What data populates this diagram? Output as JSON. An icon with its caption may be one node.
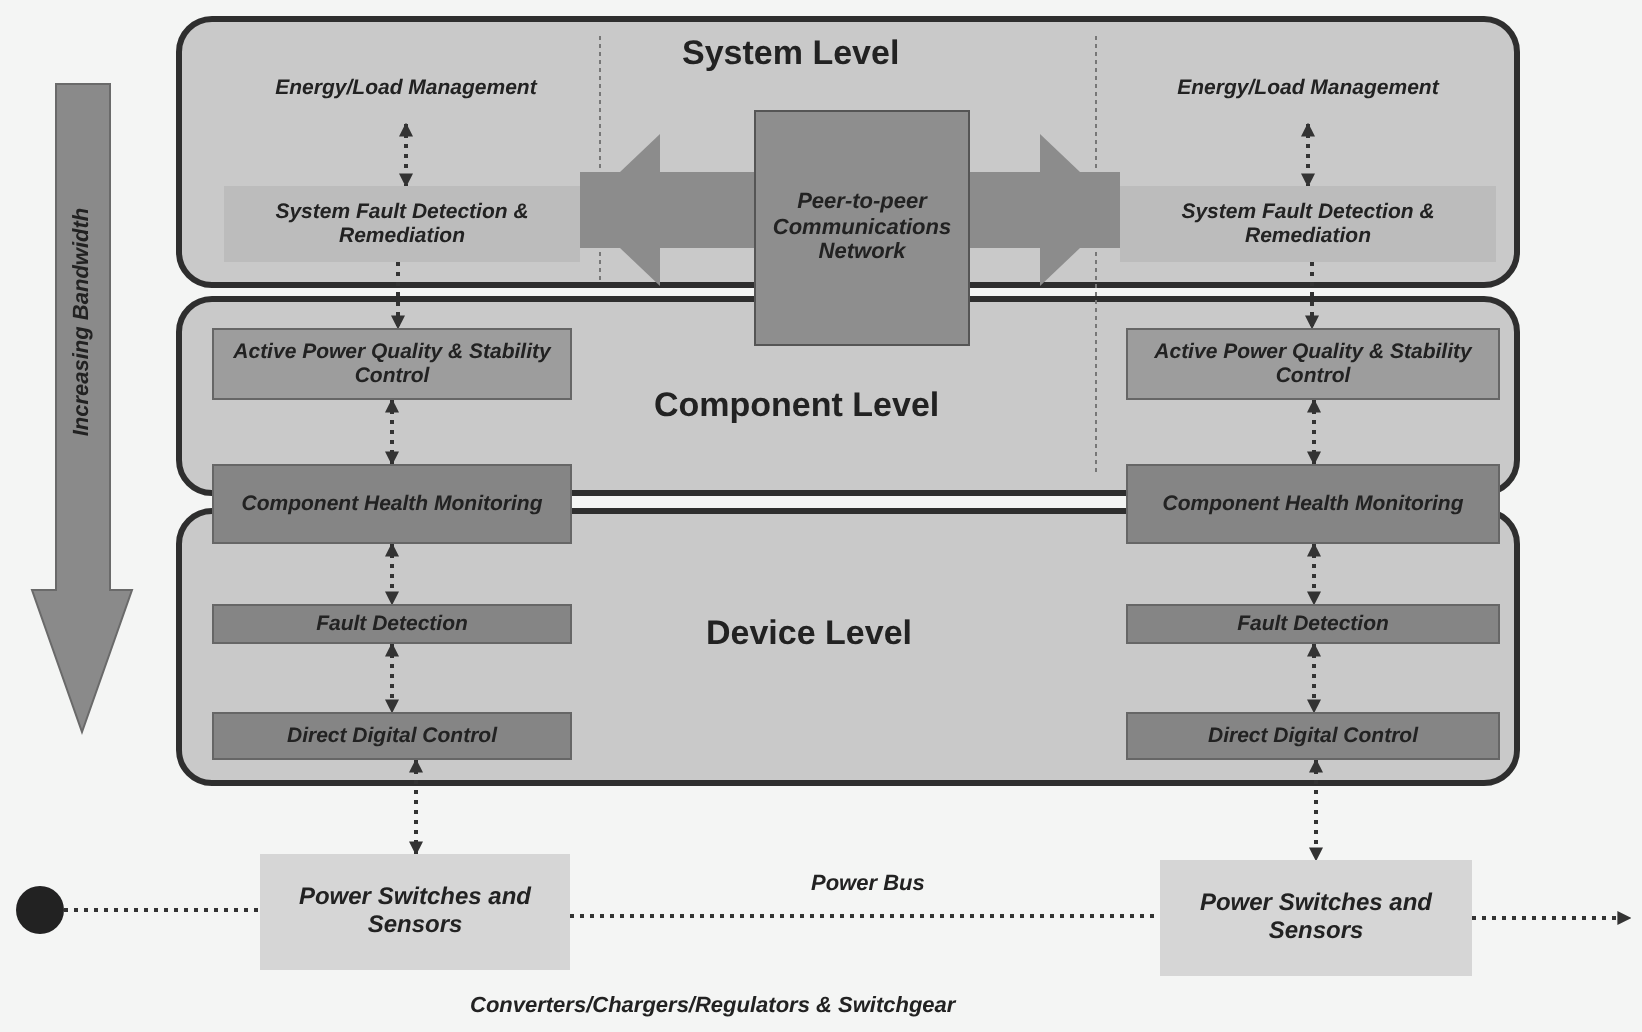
{
  "diagram": {
    "nodes": [
      {
        "text": [
          "System Level"
        ]
      },
      {
        "text": [
          "Energy/Load Management"
        ],
        "in": 0
      },
      {
        "text": [
          "System Fault Detection & Remediation"
        ],
        "in": 0
      },
      {
        "text": [
          "Peer-to-peer Communications Network"
        ]
      },
      {
        "text": [
          "Energy/Load Management"
        ],
        "in": 0
      },
      {
        "text": [
          "System Fault Detection & Remediation"
        ],
        "in": 0
      },
      {
        "text": [
          "Component Level"
        ]
      },
      {
        "text": [
          "Active Power Quality & Stability Control"
        ],
        "in": 6
      },
      {
        "text": [
          "Active Power Quality & Stability Control"
        ],
        "in": 6
      },
      {
        "text": [
          "Component Health Monitoring"
        ]
      },
      {
        "text": [
          "Component Health Monitoring"
        ]
      },
      {
        "text": [
          "Device Level"
        ]
      },
      {
        "text": [
          "Fault Detection"
        ],
        "in": 11
      },
      {
        "text": [
          "Fault Detection"
        ],
        "in": 11
      },
      {
        "text": [
          "Direct Digital Control"
        ],
        "in": 11
      },
      {
        "text": [
          "Direct Digital Control"
        ],
        "in": 11
      },
      {
        "text": [
          "Power Switches and Sensors"
        ]
      },
      {
        "text": [
          "Power Switches and Sensors"
        ]
      },
      {
        "text": [],
        "shape": "circle"
      }
    ],
    "edges": [
      {
        "from": 1,
        "to": 2,
        "arrow": "both",
        "style": "dashed"
      },
      {
        "from": 2,
        "to": 7,
        "arrow": "to",
        "style": "dashed"
      },
      {
        "from": 7,
        "to": 9,
        "arrow": "both",
        "style": "dashed"
      },
      {
        "from": 9,
        "to": 12,
        "arrow": "both",
        "style": "dashed"
      },
      {
        "from": 12,
        "to": 14,
        "arrow": "both",
        "style": "dashed"
      },
      {
        "from": 14,
        "to": 16,
        "arrow": "both",
        "style": "dashed"
      },
      {
        "from": 4,
        "to": 5,
        "arrow": "both",
        "style": "dashed"
      },
      {
        "from": 5,
        "to": 8,
        "arrow": "to",
        "style": "dashed"
      },
      {
        "from": 8,
        "to": 10,
        "arrow": "both",
        "style": "dashed"
      },
      {
        "from": 10,
        "to": 13,
        "arrow": "both",
        "style": "dashed"
      },
      {
        "from": 13,
        "to": 15,
        "arrow": "both",
        "style": "dashed"
      },
      {
        "from": 15,
        "to": 17,
        "arrow": "both",
        "style": "dashed"
      },
      {
        "from": 3,
        "to": 2,
        "arrow": "to",
        "style": "thick",
        "color": "#8c8c8c"
      },
      {
        "from": 3,
        "to": 5,
        "arrow": "to",
        "style": "thick",
        "color": "#8c8c8c"
      },
      {
        "from": 18,
        "to": 16,
        "arrow": "none",
        "style": "dashed"
      },
      {
        "from": 16,
        "to": 17,
        "arrow": "none",
        "style": "dashed",
        "label": "Power Bus"
      },
      {
        "from": 17,
        "to": null,
        "arrow": "to",
        "style": "dashed"
      }
    ],
    "labels": [
      "Increasing Bandwidth",
      "Converters/Chargers/Regulators & Switchgear"
    ]
  }
}
